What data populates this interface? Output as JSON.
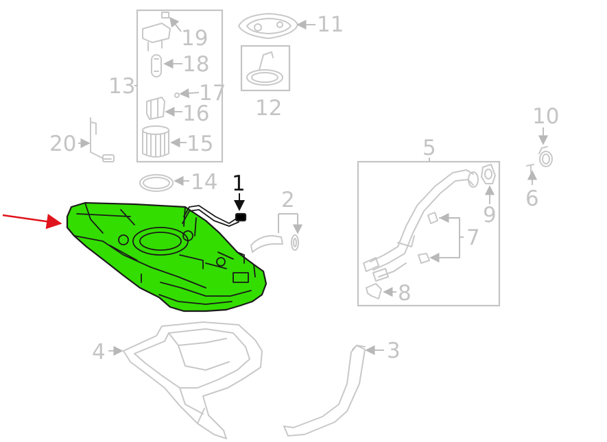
{
  "colors": {
    "highlight": "#33dd00",
    "pointer": "#e0141c",
    "inactive": "#c4c4c4",
    "active": "#111111"
  },
  "callouts": {
    "c1": "1",
    "c2": "2",
    "c3": "3",
    "c4": "4",
    "c5": "5",
    "c6": "6",
    "c7": "7",
    "c8": "8",
    "c9": "9",
    "c10": "10",
    "c11": "11",
    "c12": "12",
    "c13": "13",
    "c14": "14",
    "c15": "15",
    "c16": "16",
    "c17": "17",
    "c18": "18",
    "c19": "19",
    "c20": "20"
  },
  "highlighted_part": "1"
}
